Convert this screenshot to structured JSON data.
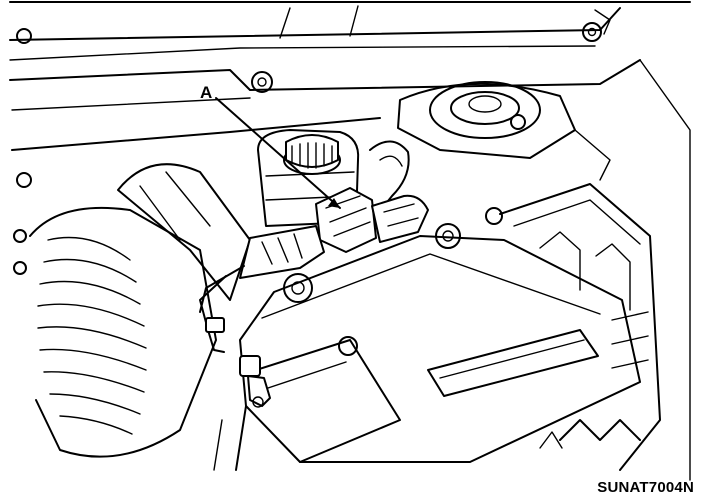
{
  "callouts": [
    {
      "id": "A",
      "label": "A"
    }
  ],
  "figure_code": "SUNAT7004N",
  "colors": {
    "ink": "#000000",
    "paper": "#ffffff"
  }
}
